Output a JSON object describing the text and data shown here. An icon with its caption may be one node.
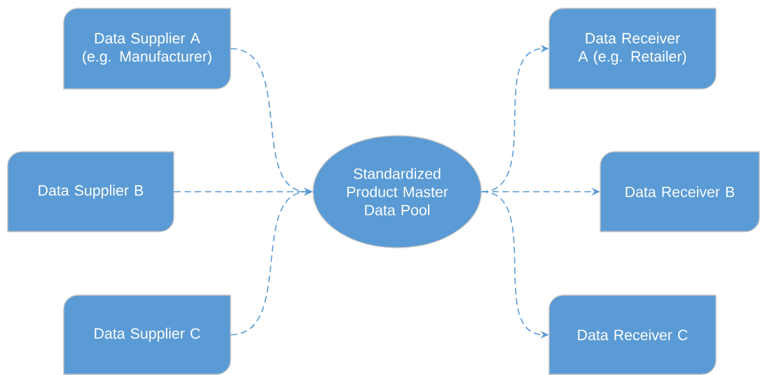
{
  "diagram": {
    "nodes": [
      {
        "text": [
          "Data Supplier A (e.g. Manufacturer)"
        ]
      },
      {
        "text": [
          "Data Supplier B"
        ]
      },
      {
        "text": [
          "Data Supplier C"
        ]
      },
      {
        "text": [
          "Standardized Product Master Data Pool"
        ]
      },
      {
        "text": [
          "Data Receiver A (e.g. Retailer)"
        ]
      },
      {
        "text": [
          "Data Receiver B"
        ]
      },
      {
        "text": [
          "Data Receiver C"
        ]
      }
    ],
    "edges": [
      {
        "from": 0,
        "to": 3,
        "arrow": "to",
        "style": "dashed"
      },
      {
        "from": 1,
        "to": 3,
        "arrow": "to",
        "style": "dashed"
      },
      {
        "from": 2,
        "to": 3,
        "arrow": "to",
        "style": "dashed"
      },
      {
        "from": 3,
        "to": 4,
        "arrow": "to",
        "style": "dashed"
      },
      {
        "from": 3,
        "to": 5,
        "arrow": "to",
        "style": "dashed"
      },
      {
        "from": 3,
        "to": 6,
        "arrow": "to",
        "style": "dashed"
      }
    ]
  }
}
